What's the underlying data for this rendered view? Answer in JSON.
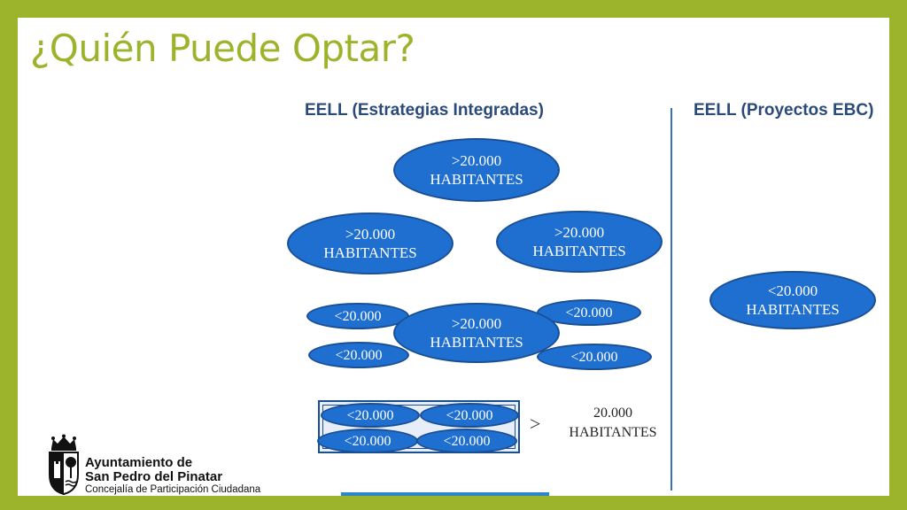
{
  "slide": {
    "title": "¿Quién Puede Optar?",
    "colors": {
      "frame": "#9cb42b",
      "title": "#9cb42b",
      "ellipse_fill": "#1e6fd0",
      "ellipse_border": "#1b4f94",
      "heading": "#2a4a7a"
    }
  },
  "diagram": {
    "left_heading": "EELL (Estrategias Integradas)",
    "right_heading": "EELL (Proyectos  EBC)",
    "top_ellipse": ">20.000\nHABITANTES",
    "mid_left_ellipse": ">20.000\nHABITANTES",
    "mid_right_ellipse": ">20.000\nHABITANTES",
    "cluster_center_ellipse": ">20.000\nHABITANTES",
    "cluster_small": [
      "<20.000",
      "<20.000",
      "<20.000",
      "<20.000"
    ],
    "box_small": [
      "<20.000",
      "<20.000",
      "<20.000",
      "<20.000"
    ],
    "greater_sign": ">",
    "sum_label": "20.000\nHABITANTES",
    "right_ellipse": "<20.000\nHABITANTES"
  },
  "logo": {
    "icon": "coat-of-arms-icon",
    "line1": "Ayuntamiento de",
    "line2": "San Pedro del Pinatar",
    "line3": "Concejalía de Participación Ciudadana"
  }
}
